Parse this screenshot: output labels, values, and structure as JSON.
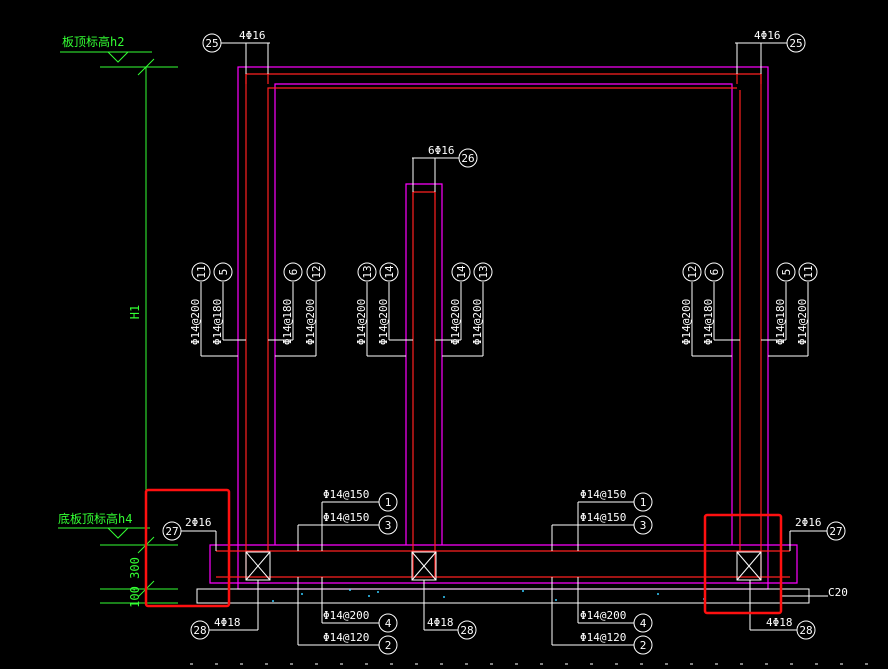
{
  "elevations": {
    "top_slab": "板顶标高h2",
    "bottom_slab": "底板顶标高h4"
  },
  "dims": {
    "h1": "H1",
    "d300": "300",
    "d100": "100"
  },
  "concrete": "C20",
  "top_left": {
    "num": "25",
    "spec": "4Φ16"
  },
  "top_right": {
    "num": "25",
    "spec": "4Φ16"
  },
  "mid_top": {
    "num": "26",
    "spec": "6Φ16"
  },
  "wall_left": [
    {
      "num": "11",
      "spec": "Φ14@200"
    },
    {
      "num": "5",
      "spec": "Φ14@180"
    },
    {
      "num": "6",
      "spec": "Φ14@180"
    },
    {
      "num": "12",
      "spec": "Φ14@200"
    }
  ],
  "wall_mid": [
    {
      "num": "13",
      "spec": "Φ14@200"
    },
    {
      "num": "14",
      "spec": "Φ14@200"
    },
    {
      "num": "14",
      "spec": "Φ14@200"
    },
    {
      "num": "13",
      "spec": "Φ14@200"
    }
  ],
  "wall_right": [
    {
      "num": "12",
      "spec": "Φ14@200"
    },
    {
      "num": "6",
      "spec": "Φ14@180"
    },
    {
      "num": "5",
      "spec": "Φ14@180"
    },
    {
      "num": "11",
      "spec": "Φ14@200"
    }
  ],
  "slab_top_left": [
    {
      "num": "1",
      "spec": "Φ14@150"
    },
    {
      "num": "3",
      "spec": "Φ14@150"
    }
  ],
  "slab_top_right": [
    {
      "num": "1",
      "spec": "Φ14@150"
    },
    {
      "num": "3",
      "spec": "Φ14@150"
    }
  ],
  "slab_bot_left": [
    {
      "num": "4",
      "spec": "Φ14@200"
    },
    {
      "num": "2",
      "spec": "Φ14@120"
    }
  ],
  "slab_bot_right": [
    {
      "num": "4",
      "spec": "Φ14@200"
    },
    {
      "num": "2",
      "spec": "Φ14@120"
    }
  ],
  "corner_left": {
    "num": "27",
    "spec": "2Φ16"
  },
  "corner_right": {
    "num": "27",
    "spec": "2Φ16"
  },
  "bottom_left": {
    "num": "28",
    "spec": "4Φ18"
  },
  "bottom_mid": {
    "num": "28",
    "spec": "4Φ18"
  },
  "bottom_right": {
    "num": "28",
    "spec": "4Φ18"
  },
  "colors": {
    "background": "#000000",
    "concrete_outline": "#ff00ff",
    "rebar": "#ff2020",
    "dimension": "#33ff33",
    "annotation": "#ffffff",
    "highlight": "#ff1010"
  }
}
